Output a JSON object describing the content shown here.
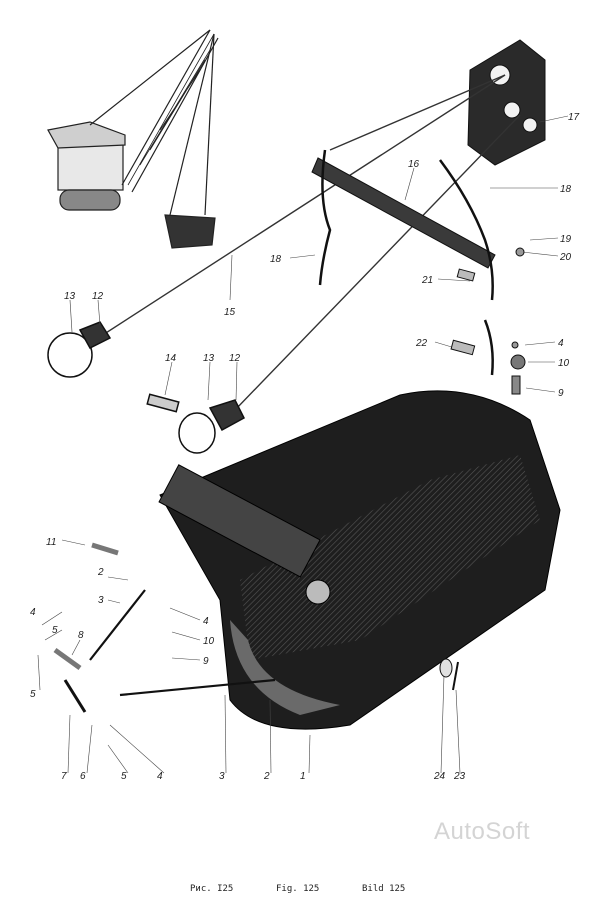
{
  "callouts": {
    "c1": "1",
    "c2": "2",
    "c3": "3",
    "c4": "4",
    "c5": "5",
    "c6": "6",
    "c7": "7",
    "c8": "8",
    "c9": "9",
    "c10": "10",
    "c11": "11",
    "c12": "12",
    "c13": "13",
    "c14": "14",
    "c15": "15",
    "c16": "16",
    "c17": "17",
    "c18": "18",
    "c19": "19",
    "c20": "20",
    "c21": "21",
    "c22": "22",
    "c23": "23",
    "c24": "24"
  },
  "captions": {
    "ru": "Рис. I25",
    "en": "Fig. 125",
    "de": "Bild 125"
  },
  "watermark": "AutoSoft"
}
